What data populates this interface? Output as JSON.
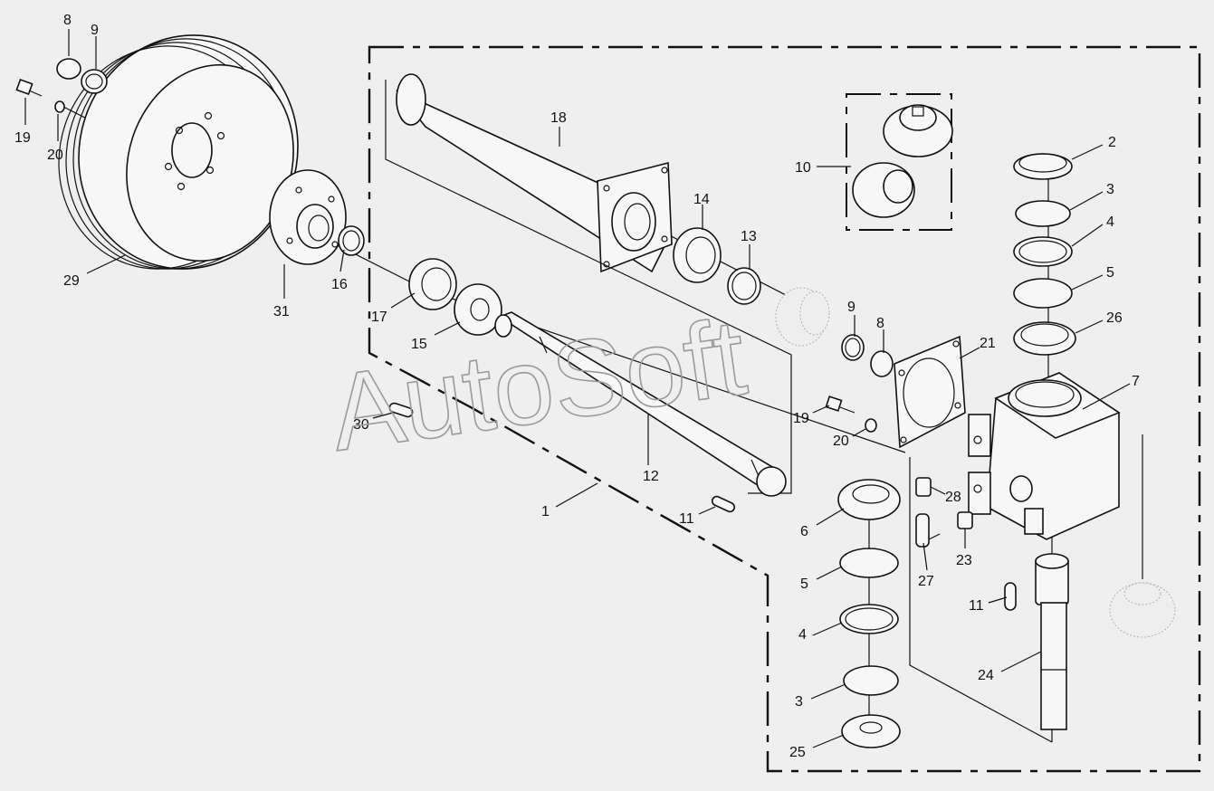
{
  "diagram": {
    "watermark": "AutoSoft",
    "callouts": [
      {
        "id": "c8a",
        "label": "8"
      },
      {
        "id": "c9a",
        "label": "9"
      },
      {
        "id": "c19a",
        "label": "19"
      },
      {
        "id": "c20a",
        "label": "20"
      },
      {
        "id": "c29",
        "label": "29"
      },
      {
        "id": "c31",
        "label": "31"
      },
      {
        "id": "c16",
        "label": "16"
      },
      {
        "id": "c17",
        "label": "17"
      },
      {
        "id": "c15",
        "label": "15"
      },
      {
        "id": "c30",
        "label": "30"
      },
      {
        "id": "c18",
        "label": "18"
      },
      {
        "id": "c14",
        "label": "14"
      },
      {
        "id": "c13",
        "label": "13"
      },
      {
        "id": "c10",
        "label": "10"
      },
      {
        "id": "c12",
        "label": "12"
      },
      {
        "id": "c1",
        "label": "1"
      },
      {
        "id": "c11a",
        "label": "11"
      },
      {
        "id": "c9b",
        "label": "9"
      },
      {
        "id": "c8b",
        "label": "8"
      },
      {
        "id": "c19b",
        "label": "19"
      },
      {
        "id": "c20b",
        "label": "20"
      },
      {
        "id": "c21",
        "label": "21"
      },
      {
        "id": "c2",
        "label": "2"
      },
      {
        "id": "c3a",
        "label": "3"
      },
      {
        "id": "c4a",
        "label": "4"
      },
      {
        "id": "c5a",
        "label": "5"
      },
      {
        "id": "c26",
        "label": "26"
      },
      {
        "id": "c7",
        "label": "7"
      },
      {
        "id": "c6",
        "label": "6"
      },
      {
        "id": "c28",
        "label": "28"
      },
      {
        "id": "c5b",
        "label": "5"
      },
      {
        "id": "c27",
        "label": "27"
      },
      {
        "id": "c23",
        "label": "23"
      },
      {
        "id": "c4b",
        "label": "4"
      },
      {
        "id": "c11b",
        "label": "11"
      },
      {
        "id": "c24",
        "label": "24"
      },
      {
        "id": "c3b",
        "label": "3"
      },
      {
        "id": "c25",
        "label": "25"
      }
    ]
  }
}
